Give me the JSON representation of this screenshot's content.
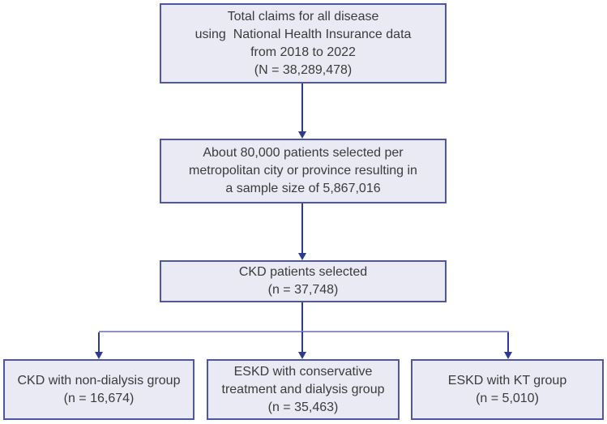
{
  "colors": {
    "background": "#ffffff",
    "box_fill": "#eaeaf5",
    "box_border": "#4f57a5",
    "connector_dark": "#2e3a92",
    "connector_light": "#8d92c4",
    "text": "#3b3b3b"
  },
  "flowchart": {
    "boxes": {
      "total_claims": {
        "lines": [
          "Total claims for all disease",
          "using  National Health Insurance data",
          "from 2018 to 2022",
          "(N = 38,289,478)"
        ]
      },
      "sampling": {
        "lines": [
          "About 80,000 patients selected per",
          "metropolitan city or province resulting in",
          "a sample size of 5,867,016"
        ]
      },
      "ckd_selected": {
        "lines": [
          "CKD patients selected",
          "(n = 37,748)"
        ]
      },
      "ckd_non_dialysis": {
        "lines": [
          "CKD with non-dialysis group",
          "(n = 16,674)"
        ]
      },
      "eskd_conservative_dialysis": {
        "lines": [
          "ESKD with conservative",
          "treatment and dialysis group",
          "(n = 35,463)"
        ]
      },
      "eskd_kt": {
        "lines": [
          "ESKD with KT group",
          "(n = 5,010)"
        ]
      }
    }
  }
}
